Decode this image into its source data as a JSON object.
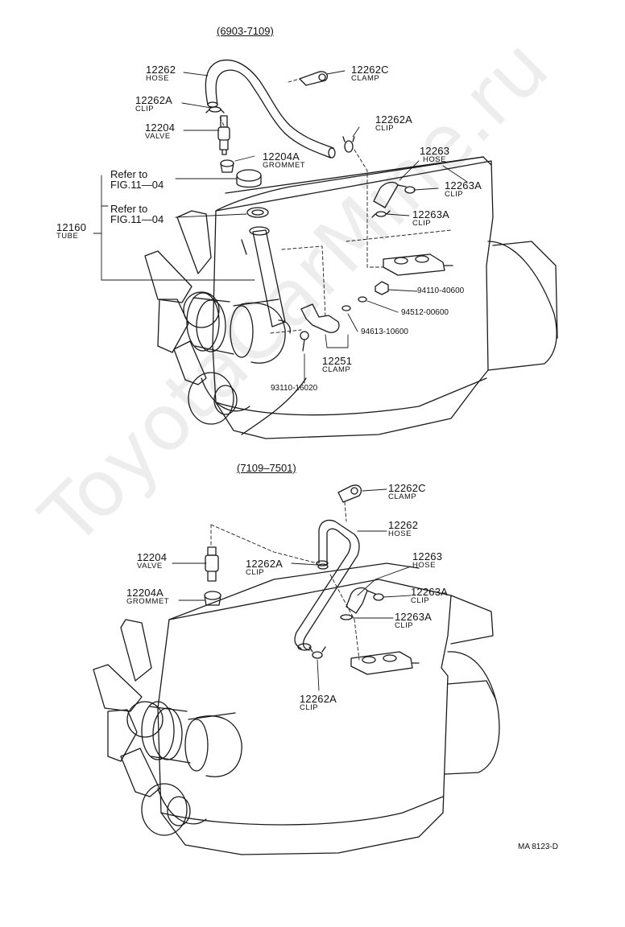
{
  "sections": {
    "top_header": "(6903-7109)",
    "bottom_header": "(7109–7501)"
  },
  "top": {
    "hose_12262": {
      "pn": "12262",
      "desc": "HOSE"
    },
    "clamp_12262c": {
      "pn": "12262C",
      "desc": "CLAMP"
    },
    "clip_12262a_left": {
      "pn": "12262A",
      "desc": "CLIP"
    },
    "clip_12262a_right": {
      "pn": "12262A",
      "desc": "CLIP"
    },
    "valve_12204": {
      "pn": "12204",
      "desc": "VALVE"
    },
    "grommet_12204a": {
      "pn": "12204A",
      "desc": "GROMMET"
    },
    "ref_1": {
      "line1": "Refer  to",
      "line2": "FIG.11—04"
    },
    "ref_2": {
      "line1": "Refer  to",
      "line2": "FIG.11—04"
    },
    "tube_12160": {
      "pn": "12160",
      "desc": "TUBE"
    },
    "hose_12263": {
      "pn": "12263",
      "desc": "HOSE"
    },
    "clip_12263a_a": {
      "pn": "12263A",
      "desc": "CLIP"
    },
    "clip_12263a_b": {
      "pn": "12263A",
      "desc": "CLIP"
    },
    "nut_94110": {
      "pn": "94110-40600"
    },
    "washer_94512": {
      "pn": "94512-00600"
    },
    "washer_94613": {
      "pn": "94613-10600"
    },
    "clamp_12251": {
      "pn": "12251",
      "desc": "CLAMP"
    },
    "bolt_93110": {
      "pn": "93110-16020"
    }
  },
  "bottom": {
    "clamp_12262c": {
      "pn": "12262C",
      "desc": "CLAMP"
    },
    "hose_12262": {
      "pn": "12262",
      "desc": "HOSE"
    },
    "valve_12204": {
      "pn": "12204",
      "desc": "VALVE"
    },
    "clip_12262a_upper": {
      "pn": "12262A",
      "desc": "CLIP"
    },
    "hose_12263": {
      "pn": "12263",
      "desc": "HOSE"
    },
    "clip_12263a_a": {
      "pn": "12263A",
      "desc": "CLIP"
    },
    "grommet_12204a": {
      "pn": "12204A",
      "desc": "GROMMET"
    },
    "clip_12263a_b": {
      "pn": "12263A",
      "desc": "CLIP"
    },
    "clip_12262a_lower": {
      "pn": "12262A",
      "desc": "CLIP"
    }
  },
  "figure_code": "MA 8123-D",
  "watermark": "ToyotaCarMine.ru",
  "colors": {
    "line": "#1a1a1a",
    "background": "#ffffff"
  }
}
